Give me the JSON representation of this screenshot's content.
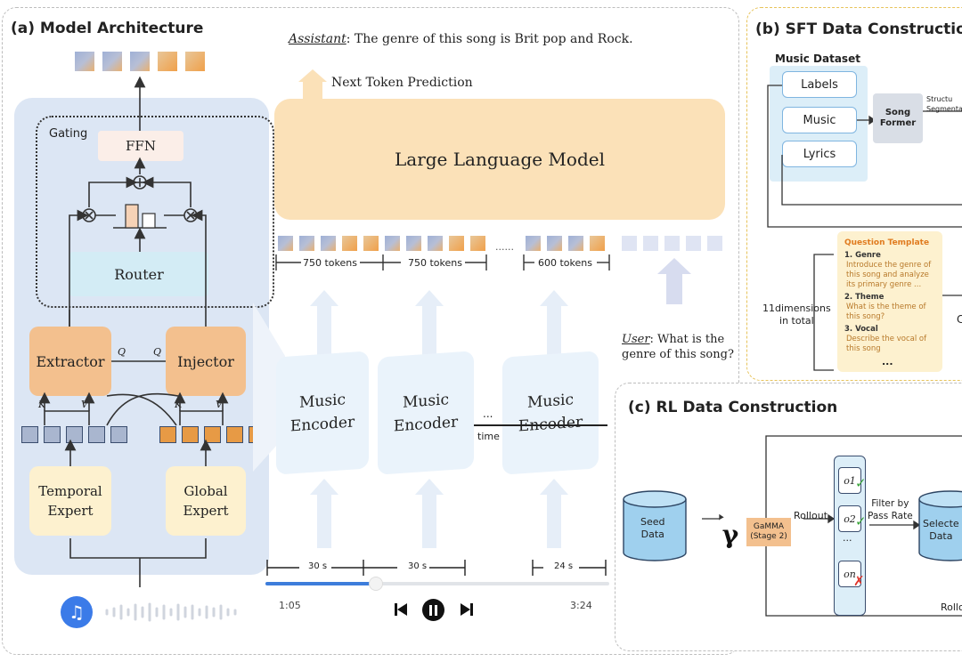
{
  "panel_a": {
    "title": "(a) Model Architecture",
    "gating_label": "Gating",
    "ffn_label": "FFN",
    "router_label": "Router",
    "extractor_label": "Extractor",
    "injector_label": "Injector",
    "temporal_expert_label": "Temporal\nExpert",
    "global_expert_label": "Global\nExpert",
    "q_label": "Q",
    "k_label": "K",
    "v_label": "V",
    "assistant_prefix": "Assistant",
    "assistant_text": ": The genre of this song is Brit pop and Rock.",
    "next_token_label": "Next Token Prediction",
    "llm_label": "Large Language Model",
    "tokens": [
      "750 tokens",
      "750 tokens",
      "600 tokens"
    ],
    "ellipsis": "......",
    "user_prefix": "User",
    "user_text": ": What is the\ngenre of this song?",
    "encoder_label": "Music\nEncoder",
    "time_label": "time",
    "encoder_ellipsis": "...",
    "segments": [
      "30 s",
      "30 s",
      "24 s"
    ],
    "player": {
      "elapsed": "1:05",
      "total": "3:24",
      "progress": 0.32
    }
  },
  "panel_b": {
    "title": "(b) SFT Data Construction",
    "dataset_title": "Music Dataset",
    "items": [
      "Labels",
      "Music",
      "Lyrics"
    ],
    "songformer_label": "Song\nFormer",
    "struct_label": "Structu\nSegmenta",
    "dimensions_label": "11dimensions\nin total",
    "template": {
      "title": "Question Template",
      "entries": [
        {
          "head": "1. Genre",
          "body": "Introduce the genre of\nthis song and analyze\nits primary genre ..."
        },
        {
          "head": "2. Theme",
          "body": "What is the theme of\nthis song?"
        },
        {
          "head": "3. Vocal",
          "body": "Describe the vocal of\nthis song"
        }
      ],
      "ellipsis": "..."
    },
    "cut_letter": "C"
  },
  "panel_c": {
    "title": "(c) RL Data Construction",
    "seed_label": "Seed\nData",
    "gamma_label": "GaMMA\n(Stage 2)",
    "rollout_label": "Rollout",
    "outputs": [
      "o1",
      "o2",
      "...",
      "on"
    ],
    "filter_label": "Filter by\nPass Rate",
    "selected_label": "Selecte\nData",
    "rollout_bottom": "Rollo"
  },
  "colors": {
    "orange": "#f3c08e",
    "router_blue": "#d3ecf5",
    "expert_yellow": "#fdf1cf",
    "llm": "#fbe1b8",
    "encoder": "#eaf3fb",
    "progress": "#3d7ddb",
    "note_icon": "#3b7be8"
  }
}
